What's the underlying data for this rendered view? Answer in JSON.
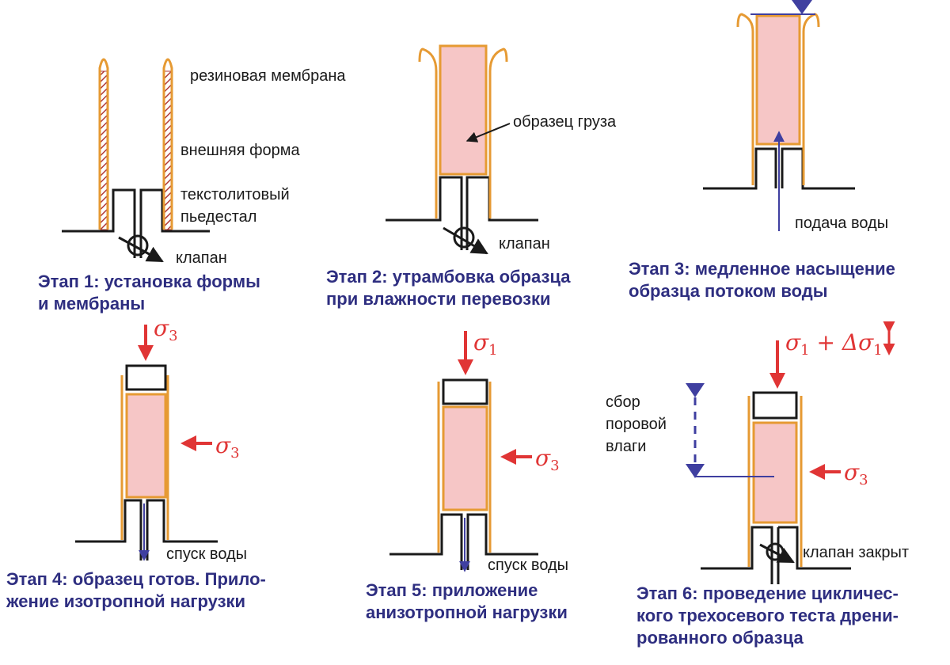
{
  "labels": {
    "membrane": "резиновая мембрана",
    "outer_form": "внешняя форма",
    "pedestal_line1": "текстолитовый",
    "pedestal_line2": "пьедестал",
    "valve": "клапан",
    "sample": "образец груза",
    "water_supply": "подача воды",
    "drain": "спуск воды",
    "pore_line1": "сбор",
    "pore_line2": "поровой",
    "pore_line3": "влаги",
    "valve_closed": "клапан закрыт"
  },
  "captions": {
    "step1": [
      "Этап 1: установка формы",
      "и мембраны"
    ],
    "step2": [
      "Этап 2: утрамбовка образца",
      "при влажности перевозки"
    ],
    "step3": [
      "Этап 3: медленное  насыщение",
      "образца потоком воды"
    ],
    "step4": [
      "Этап 4: образец готов. Прило-",
      "жение изотропной нагрузки"
    ],
    "step5": [
      "Этап 5: приложение",
      "анизотропной нагрузки"
    ],
    "step6": [
      "Этап 6: проведение цикличес-",
      "кого трехосевого теста дрени-",
      "рованного образца"
    ]
  },
  "sigma": {
    "s3": "σ",
    "s3_sub": "3",
    "s1": "σ",
    "s1_sub": "1",
    "s1_cyclic": "σ",
    "s1_cyclic_sub": "1",
    "s1_cyclic_plus": "+ Δσ",
    "s1_cyclic_plus_sub": "1"
  },
  "colors": {
    "membrane": "#e69a33",
    "sample_fill": "#f6c6c6",
    "outline": "#1a1a1a",
    "load_arrow": "#e03535",
    "water": "#3f3fa0",
    "caption": "#2e2e80"
  }
}
